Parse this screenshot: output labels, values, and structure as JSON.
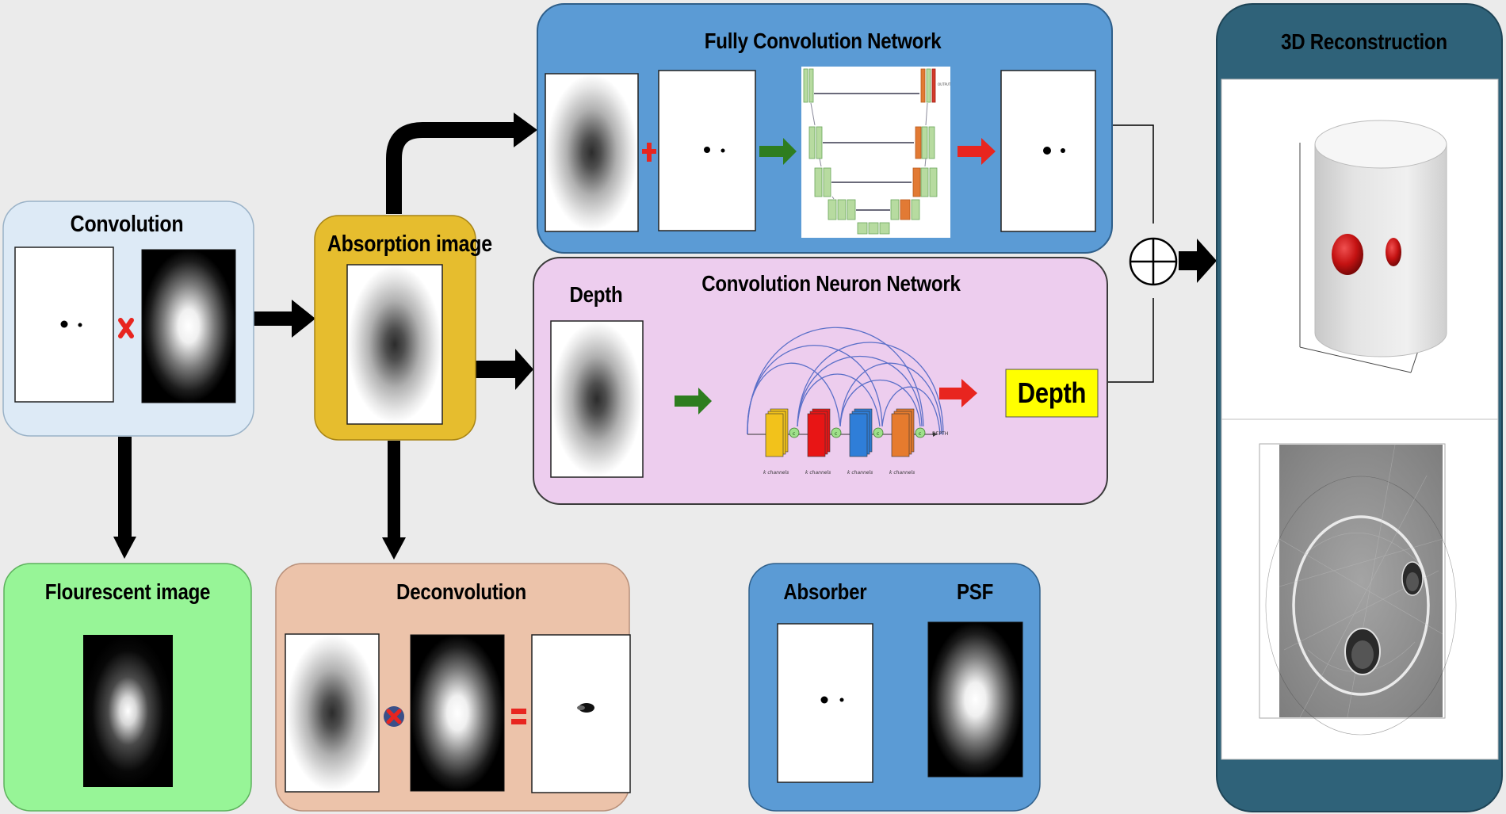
{
  "colors": {
    "background": "#ebebeb",
    "convolution_box": "#ddeaf6",
    "absorption_box": "#e6bd2e",
    "fcn_box": "#5b9bd5",
    "cnn_box": "#edcdee",
    "flourescent_box": "#97f597",
    "deconvolution_box": "#ecc3aa",
    "legend_box": "#5b9bd5",
    "reconstruction_box": "#2f6279",
    "depth_label_bg": "#ffff00",
    "cross_red": "#e8251f",
    "arrow_green": "#2e7d1f",
    "arrow_red": "#e8251f",
    "tumor_red": "#cc1515"
  },
  "convolution": {
    "title": "Convolution"
  },
  "absorption": {
    "title": "Absorption image"
  },
  "fcn": {
    "title": "Fully Convolution Network",
    "unet_tag": "OUTPUT"
  },
  "cnn": {
    "title": "Convolution Neuron Network",
    "input_label": "Depth",
    "output_label": "Depth",
    "net_output_tag": "DEPTH",
    "channel_labels": [
      "k channels",
      "k channels",
      "k channels",
      "k channels"
    ],
    "block_colors": [
      "#f2c21b",
      "#e81515",
      "#2f7ed8",
      "#e67b2e"
    ]
  },
  "flourescent": {
    "title": "Flourescent image"
  },
  "deconvolution": {
    "title": "Deconvolution"
  },
  "legend": {
    "absorber_label": "Absorber",
    "psf_label": "PSF"
  },
  "reconstruction": {
    "title": "3D Reconstruction"
  }
}
